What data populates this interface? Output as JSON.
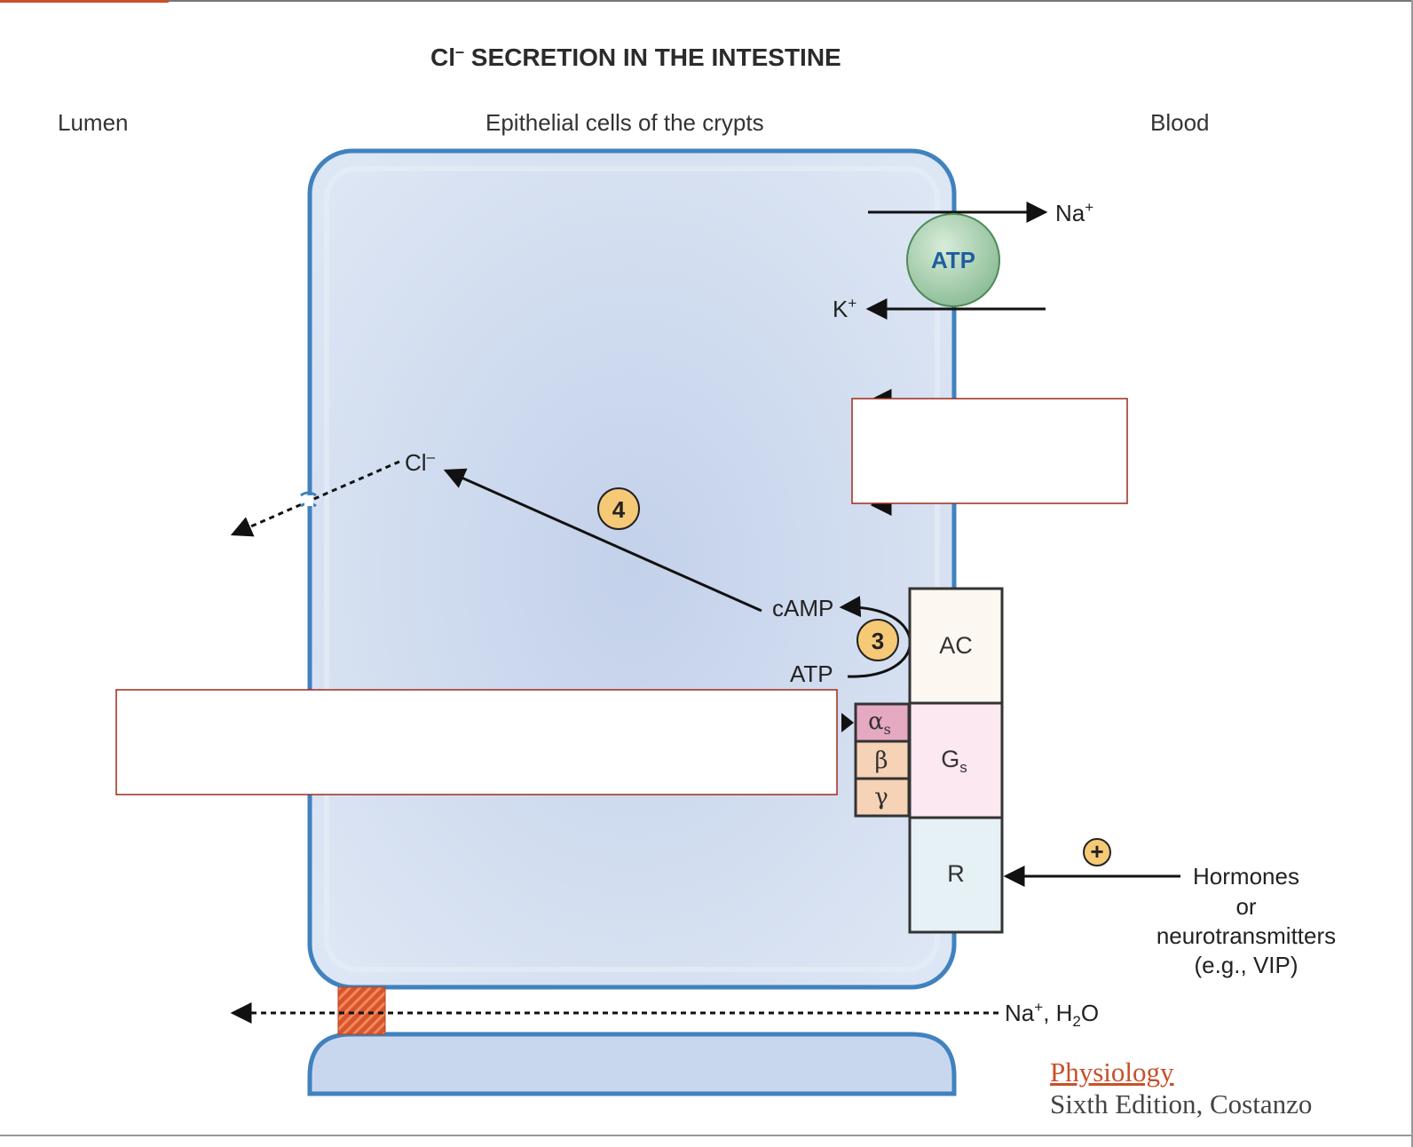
{
  "diagram": {
    "title_main": "Cl",
    "title_sup": "–",
    "title_rest": " SECRETION IN THE INTESTINE",
    "regions": {
      "lumen": "Lumen",
      "cells": "Epithelial cells of the crypts",
      "blood": "Blood"
    },
    "pump": {
      "label": "ATP",
      "na_base": "Na",
      "na_sup": "+",
      "k_base": "K",
      "k_sup": "+"
    },
    "chloride": {
      "base": "Cl",
      "sup": "–"
    },
    "steps": {
      "step3": "3",
      "step4": "4"
    },
    "camp": "cAMP",
    "atp_substrate": "ATP",
    "ac": "AC",
    "gs_base": "G",
    "gs_sub": "s",
    "alpha": "α",
    "alpha_sub": "s",
    "beta": "β",
    "gamma": "γ",
    "receptor": "R",
    "plus": "+",
    "hormones": [
      "Hormones",
      "or",
      "neurotransmitters",
      "(e.g., VIP)"
    ],
    "paracellular": {
      "na_base": "Na",
      "na_sup": "+",
      "h2o_pre": ", H",
      "h2o_sub": "2",
      "h2o_post": "O"
    }
  },
  "credit": {
    "link": "Physiology",
    "edition": "Sixth Edition, Costanzo"
  },
  "colors": {
    "membrane": "#3f82bf",
    "cell_fill": "#c6d4ec",
    "pump": "#9fc9a8",
    "step_badge": "#f6c977",
    "alpha_box": "#e6a9c2",
    "beta_gamma_box": "#f6d2b6",
    "gs_box": "#fbe8f0",
    "ac_box": "#fdf7f1",
    "r_box": "#e6f1f5",
    "tight_junction": "#d9542c",
    "cover_border": "#9e2a1a"
  }
}
